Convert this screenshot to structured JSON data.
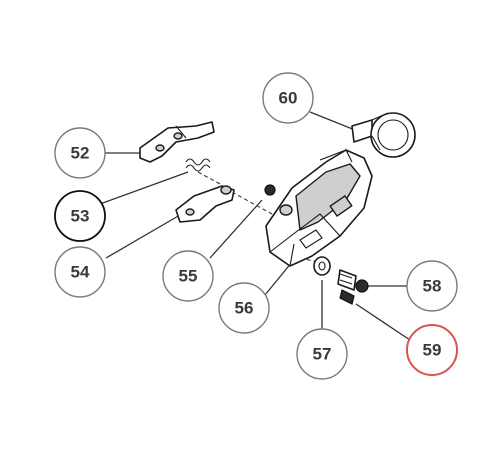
{
  "colors": {
    "callout_default": "#7a7a7a",
    "callout_53": "#111111",
    "callout_59": "#d9534f",
    "text": "#3a3a3a",
    "line": "#333333"
  },
  "callouts": [
    {
      "id": "52",
      "label": "52",
      "highlight": "none"
    },
    {
      "id": "53",
      "label": "53",
      "highlight": "dark"
    },
    {
      "id": "54",
      "label": "54",
      "highlight": "none"
    },
    {
      "id": "55",
      "label": "55",
      "highlight": "none"
    },
    {
      "id": "56",
      "label": "56",
      "highlight": "none"
    },
    {
      "id": "57",
      "label": "57",
      "highlight": "none"
    },
    {
      "id": "58",
      "label": "58",
      "highlight": "none"
    },
    {
      "id": "59",
      "label": "59",
      "highlight": "red"
    },
    {
      "id": "60",
      "label": "60",
      "highlight": "none"
    }
  ]
}
